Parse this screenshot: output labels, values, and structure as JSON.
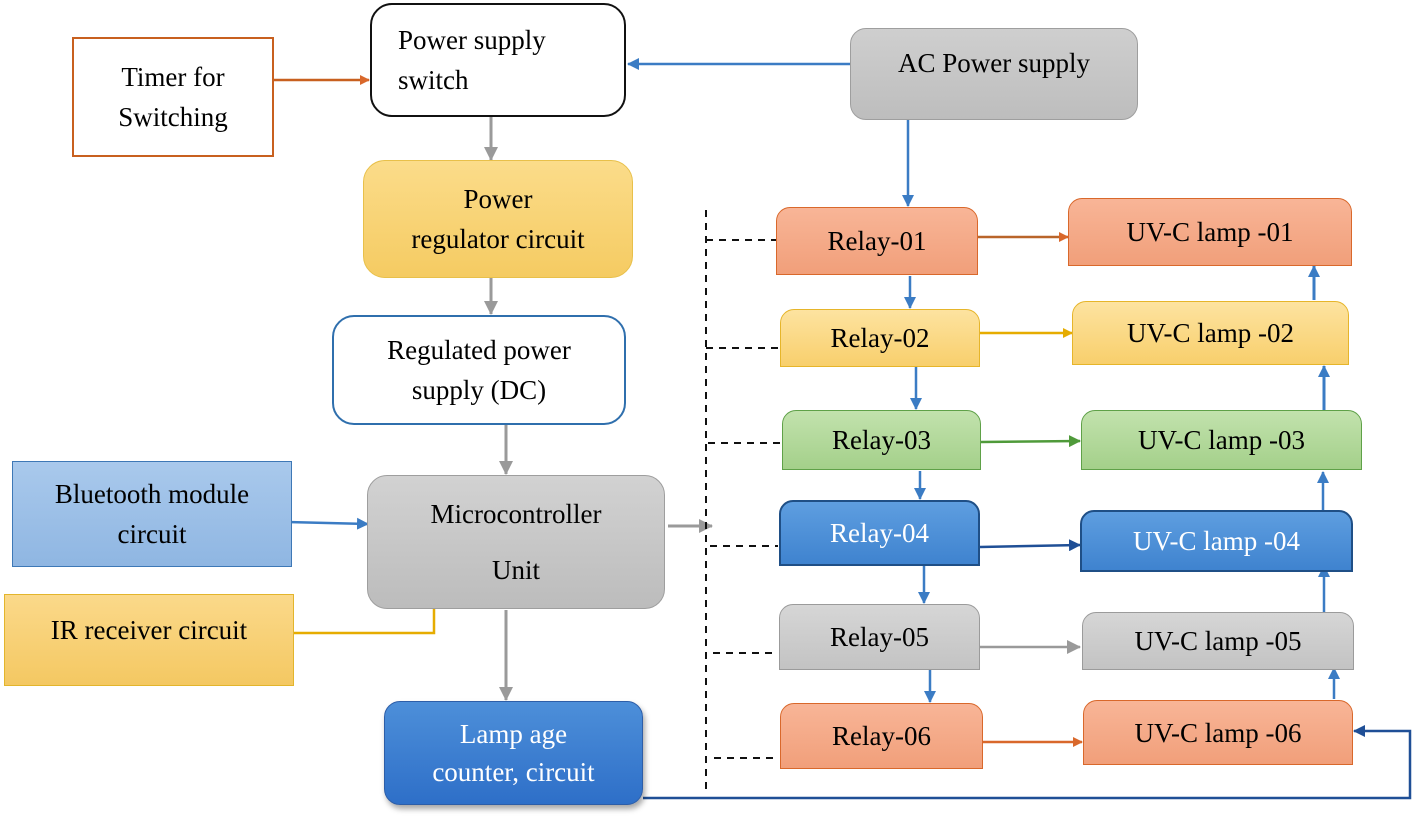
{
  "diagram": {
    "nodes": {
      "timer": {
        "lines": [
          "Timer for",
          "Switching"
        ]
      },
      "power_supply_switch": {
        "lines": [
          "Power supply",
          "switch"
        ]
      },
      "ac_power_supply": {
        "lines": [
          "AC Power supply"
        ]
      },
      "power_regulator": {
        "lines": [
          "Power",
          "regulator circuit"
        ]
      },
      "regulated_power_supply": {
        "lines": [
          "Regulated power",
          "supply (DC)"
        ]
      },
      "microcontroller": {
        "lines": [
          "Microcontroller",
          "Unit"
        ]
      },
      "bluetooth": {
        "lines": [
          "Bluetooth module",
          "circuit"
        ]
      },
      "ir_receiver": {
        "lines": [
          "IR receiver circuit"
        ]
      },
      "lamp_age_counter": {
        "lines": [
          "Lamp age",
          "counter, circuit"
        ]
      }
    },
    "relays": [
      {
        "label": "Relay-01",
        "color": "orange"
      },
      {
        "label": "Relay-02",
        "color": "yellow"
      },
      {
        "label": "Relay-03",
        "color": "green"
      },
      {
        "label": "Relay-04",
        "color": "blue"
      },
      {
        "label": "Relay-05",
        "color": "gray"
      },
      {
        "label": "Relay-06",
        "color": "orange"
      }
    ],
    "lamps": [
      {
        "label": "UV-C lamp -01",
        "color": "orange"
      },
      {
        "label": "UV-C lamp -02",
        "color": "yellow"
      },
      {
        "label": "UV-C lamp -03",
        "color": "green"
      },
      {
        "label": "UV-C lamp -04",
        "color": "blue"
      },
      {
        "label": "UV-C lamp -05",
        "color": "gray"
      },
      {
        "label": "UV-C lamp -06",
        "color": "orange"
      }
    ],
    "edges": [
      {
        "from": "Timer for Switching",
        "to": "Power supply switch",
        "color": "#c8601f"
      },
      {
        "from": "AC Power supply",
        "to": "Power supply switch",
        "color": "#3b7cc4"
      },
      {
        "from": "Power supply switch",
        "to": "Power regulator circuit",
        "color": "#9a9a9a"
      },
      {
        "from": "Power regulator circuit",
        "to": "Regulated power supply (DC)",
        "color": "#9a9a9a"
      },
      {
        "from": "Regulated power supply (DC)",
        "to": "Microcontroller Unit",
        "color": "#9a9a9a"
      },
      {
        "from": "Bluetooth module circuit",
        "to": "Microcontroller Unit",
        "color": "#3b7cc4"
      },
      {
        "from": "IR receiver circuit",
        "to": "Microcontroller Unit",
        "color": "#e6ac00"
      },
      {
        "from": "Microcontroller Unit",
        "to": "Lamp age counter, circuit",
        "color": "#9a9a9a"
      },
      {
        "from": "Microcontroller Unit",
        "to": "Relay bus (dashed)",
        "color": "#9a9a9a"
      },
      {
        "from": "AC Power supply",
        "to": "Relay-01",
        "color": "#3b7cc4"
      },
      {
        "from": "Lamp age counter, circuit",
        "to": "UV-C lamp -06",
        "color": "#1f4f96"
      }
    ],
    "colors": {
      "orange": "#f19f7a",
      "yellow": "#f8cf6c",
      "green": "#a4d08a",
      "blue": "#3f83cf",
      "gray": "#c3c3c3",
      "accent_blue_line": "#3b7cc4",
      "timer_border": "#c8601f"
    }
  }
}
